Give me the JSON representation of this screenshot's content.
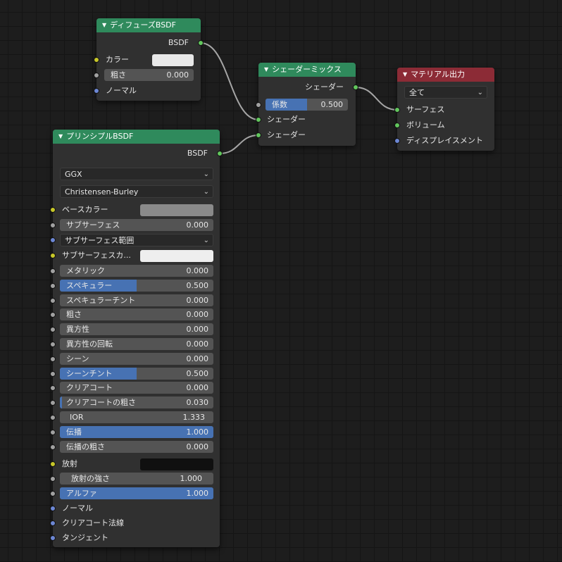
{
  "colors": {
    "header_shader": "#2f8a5c",
    "header_output": "#8c2b36",
    "socket_shader": "#62c65d",
    "socket_color": "#c7c729",
    "socket_value": "#a1a1a1",
    "socket_vector": "#6d87d4",
    "slider_fill": "#4772b3",
    "link": "#a6a6a6"
  },
  "diffuse": {
    "title": "ディフューズBSDF",
    "output": "BSDF",
    "color_label": "カラー",
    "color_swatch": "#e8e8e8",
    "roughness_label": "粗さ",
    "roughness_value": "0.000",
    "normal_label": "ノーマル"
  },
  "mix": {
    "title": "シェーダーミックス",
    "output": "シェーダー",
    "factor_label": "係数",
    "factor_value": "0.500",
    "factor": 0.5,
    "input1": "シェーダー",
    "input2": "シェーダー"
  },
  "output_node": {
    "title": "マテリアル出力",
    "target": "全て",
    "surface": "サーフェス",
    "volume": "ボリューム",
    "displacement": "ディスプレイスメント"
  },
  "principled": {
    "title": "プリンシプルBSDF",
    "output": "BSDF",
    "distribution": "GGX",
    "subsurface_method": "Christensen-Burley",
    "base_color_label": "ベースカラー",
    "base_color_swatch": "#8a8a8a",
    "subsurface_label": "サブサーフェス",
    "subsurface_value": "0.000",
    "subsurface_radius": "サブサーフェス範囲",
    "subsurface_color_label": "サブサーフェスカ...",
    "subsurface_color_swatch": "#eeeeee",
    "sliders": [
      {
        "label": "メタリック",
        "value": "0.000",
        "fill": 0
      },
      {
        "label": "スペキュラー",
        "value": "0.500",
        "fill": 0.5
      },
      {
        "label": "スペキュラーチント",
        "value": "0.000",
        "fill": 0
      },
      {
        "label": "粗さ",
        "value": "0.000",
        "fill": 0
      },
      {
        "label": "異方性",
        "value": "0.000",
        "fill": 0
      },
      {
        "label": "異方性の回転",
        "value": "0.000",
        "fill": 0
      },
      {
        "label": "シーン",
        "value": "0.000",
        "fill": 0
      },
      {
        "label": "シーンチント",
        "value": "0.500",
        "fill": 0.5
      },
      {
        "label": "クリアコート",
        "value": "0.000",
        "fill": 0
      },
      {
        "label": "クリアコートの粗さ",
        "value": "0.030",
        "fill": 0.03
      },
      {
        "label": "IOR",
        "value": "1.333",
        "fill": 0
      },
      {
        "label": "伝播",
        "value": "1.000",
        "fill": 1
      },
      {
        "label": "伝播の粗さ",
        "value": "0.000",
        "fill": 0
      }
    ],
    "emission_label": "放射",
    "emission_swatch": "#101010",
    "emission_strength_label": "放射の強さ",
    "emission_strength_value": "1.000",
    "alpha_label": "アルファ",
    "alpha_value": "1.000",
    "alpha": 1,
    "normal_label": "ノーマル",
    "clearcoat_normal_label": "クリアコート法線",
    "tangent_label": "タンジェント"
  }
}
